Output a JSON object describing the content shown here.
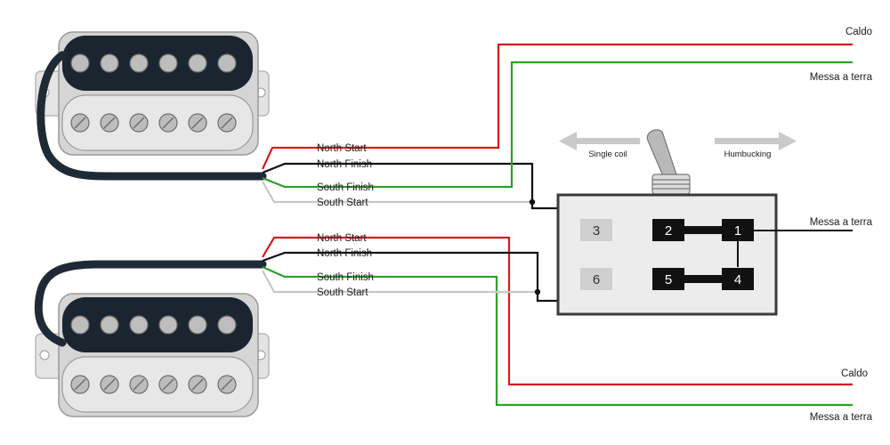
{
  "colors": {
    "hot": "#d7191f",
    "ground": "#2ca02c",
    "black": "#111111",
    "white_wire": "#c8c8c8",
    "arrow": "#c9c9c9",
    "switch_body": "#ececec"
  },
  "pickup_top": {
    "wires": {
      "north_start": "North Start",
      "north_finish": "North Finish",
      "south_finish": "South Finish",
      "south_start": "South Start"
    }
  },
  "pickup_bottom": {
    "wires": {
      "north_start": "North Start",
      "north_finish": "North Finish",
      "south_finish": "South Finish",
      "south_start": "South Start"
    }
  },
  "outputs": {
    "top_hot": "Caldo",
    "top_ground": "Messa a terra",
    "switch_ground": "Messa a terra",
    "bottom_hot": "Caldo",
    "bottom_ground": "Messa a terra"
  },
  "switch": {
    "left_label": "Single coil",
    "right_label": "Humbucking",
    "terminals": {
      "t1": "1",
      "t2": "2",
      "t3": "3",
      "t4": "4",
      "t5": "5",
      "t6": "6"
    }
  }
}
